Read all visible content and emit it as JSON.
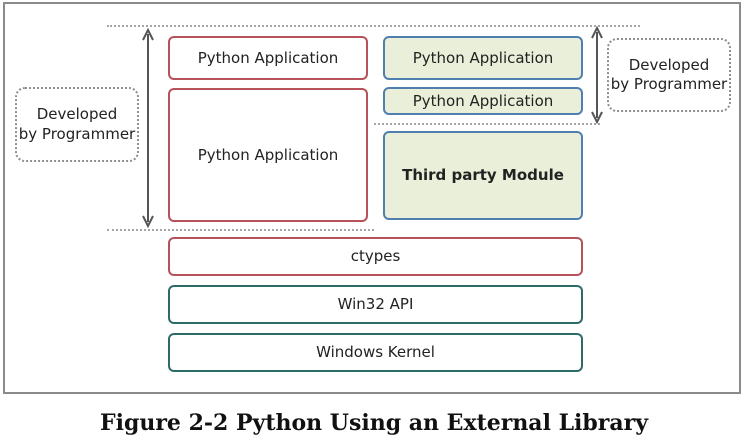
{
  "left_stack": {
    "app_top": "Python Application",
    "app_main": "Python Application"
  },
  "right_stack": {
    "app_top": "Python Application",
    "app_mid": "Python Application",
    "third_party": "Third party Module"
  },
  "layers": {
    "ctypes": "ctypes",
    "win32": "Win32 API",
    "kernel": "Windows Kernel"
  },
  "notes": {
    "left_line1": "Developed",
    "left_line2": "by Programmer",
    "right_line1": "Developed",
    "right_line2": "by Programmer"
  },
  "caption": "Figure 2-2 Python Using an External Library",
  "colors": {
    "app_border": "#b5525a",
    "module_border": "#4f7fae",
    "module_fill": "#eaefd9",
    "system_border": "#2f6b66"
  }
}
